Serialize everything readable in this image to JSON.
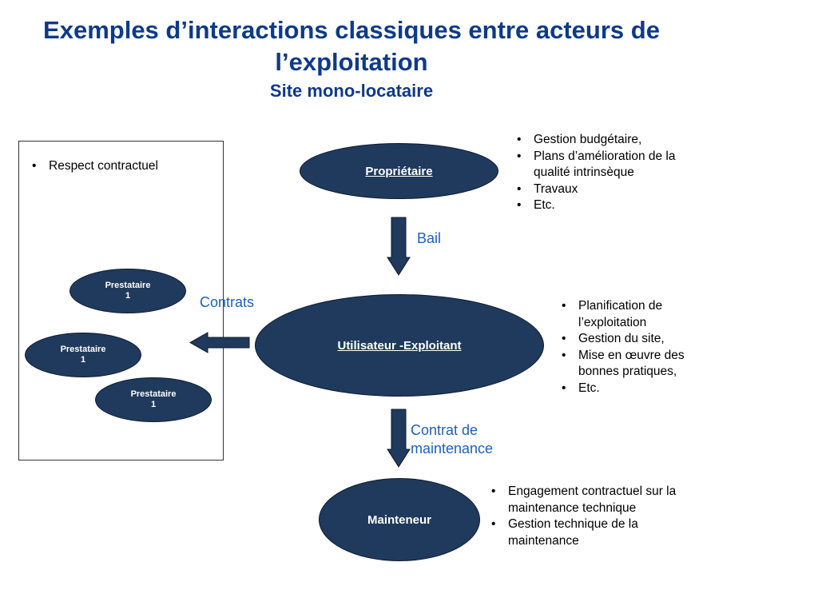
{
  "title": {
    "main_line1": "Exemples d’interactions classiques entre acteurs de",
    "main_line2": "l’exploitation",
    "sub": "Site mono-locataire"
  },
  "nodes": {
    "proprietaire": "Propriétaire",
    "utilisateur": "Utilisateur -Exploitant",
    "mainteneur": "Mainteneur",
    "prestataires": [
      {
        "line1": "Prestataire",
        "line2": "1"
      },
      {
        "line1": "Prestataire",
        "line2": "1"
      },
      {
        "line1": "Prestataire",
        "line2": "1"
      }
    ]
  },
  "edge_labels": {
    "bail": "Bail",
    "contrats": "Contrats",
    "contrat_maintenance_1": "Contrat de",
    "contrat_maintenance_2": "maintenance"
  },
  "bullets": {
    "box": [
      "Respect contractuel"
    ],
    "proprietaire": [
      "Gestion budgétaire,",
      "Plans d’amélioration de la qualité intrinsèque",
      "Travaux",
      "Etc."
    ],
    "utilisateur": [
      "Planification de l’exploitation",
      "Gestion du site,",
      "Mise en œuvre des bonnes pratiques,",
      "Etc."
    ],
    "mainteneur": [
      "Engagement contractuel sur la maintenance technique",
      "Gestion technique de la maintenance"
    ]
  },
  "colors": {
    "title": "#0d3a8a",
    "node_fill": "#1f3a5c",
    "edge_label": "#1f5fbf"
  }
}
